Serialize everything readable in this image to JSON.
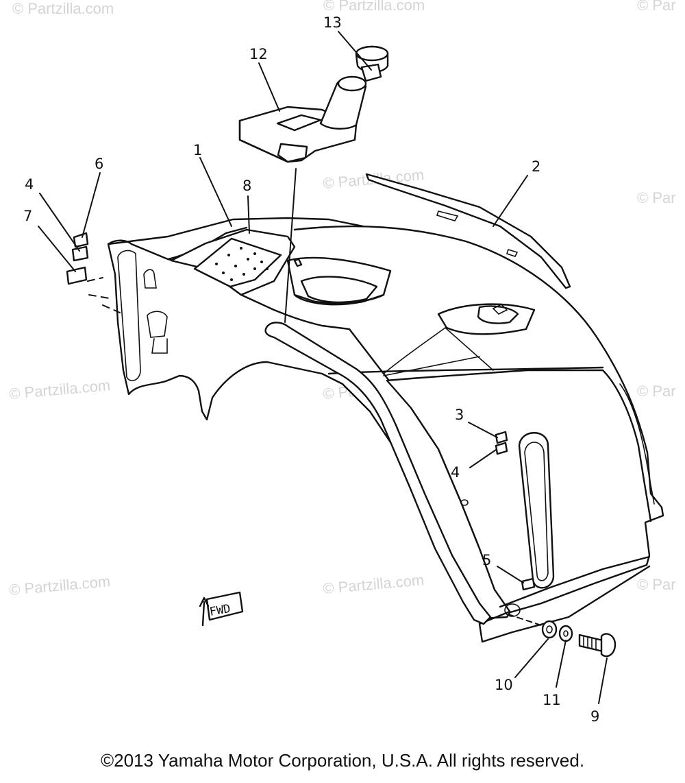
{
  "watermark": {
    "text": "© Partzilla.com",
    "short_text": "© Par"
  },
  "callouts": {
    "c1": "1",
    "c2": "2",
    "c3": "3",
    "c4a": "4",
    "c4b": "4",
    "c5": "5",
    "c6": "6",
    "c7": "7",
    "c8": "8",
    "c9": "9",
    "c10": "10",
    "c11": "11",
    "c12": "12",
    "c13": "13"
  },
  "direction_marker": "FWD",
  "copyright": "©2013 Yamaha Motor Corporation, U.S.A. All rights reserved."
}
